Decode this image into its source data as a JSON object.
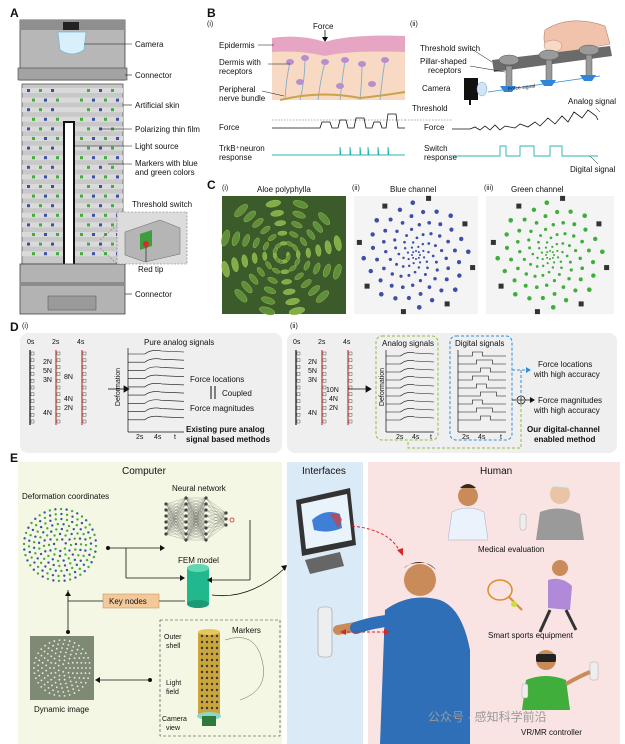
{
  "panelA": {
    "letter": "A",
    "labels": {
      "camera": "Camera",
      "connector_top": "Connector",
      "artificial_skin": "Artificial skin",
      "polarizing": "Polarizing thin film",
      "light_source": "Light source",
      "markers_1": "Markers with blue",
      "markers_2": "and green colors",
      "threshold_switch": "Threshold switch",
      "red_tip": "Red tip",
      "connector_bottom": "Connector"
    }
  },
  "panelB": {
    "letter": "B",
    "i": "(i)",
    "ii": "(ii)",
    "force": "Force",
    "epidermis": "Epidermis",
    "dermis_1": "Dermis with",
    "dermis_2": "receptors",
    "peripheral_1": "Peripheral",
    "peripheral_2": "nerve bundle",
    "threshold": "Threshold",
    "force_row": "Force",
    "trkb_1": "TrkB⁺neuron",
    "trkb_2": "response",
    "threshold_switch": "Threshold switch",
    "pillar_1": "Pillar-shaped",
    "pillar_2": "receptors",
    "camera": "Camera",
    "force_signal": "Force signal",
    "analog_signal": "Analog signal",
    "force_row_ii": "Force",
    "switch_1": "Switch",
    "switch_2": "response",
    "digital_signal": "Digital signal"
  },
  "panelC": {
    "letter": "C",
    "i": "(i)",
    "aloe": "Aloe polyphylla",
    "ii": "(ii)",
    "blue": "Blue channel",
    "iii": "(iii)",
    "green": "Green channel"
  },
  "panelD": {
    "letter": "D",
    "i": "(i)",
    "ii": "(ii)",
    "t0": "0s",
    "t2": "2s",
    "t4": "4s",
    "f_2n": "2N",
    "f_5n": "5N",
    "f_3n": "3N",
    "f_4n": "4N",
    "f_8n": "8N",
    "f_10n": "10N",
    "pure_analog": "Pure analog signals",
    "deformation": "Deformation",
    "axis_2s": "2s",
    "axis_4s": "4s",
    "axis_t": "t",
    "force_locations": "Force locations",
    "coupled": "Coupled",
    "force_magnitudes": "Force magnitudes",
    "existing_1": "Existing pure analog",
    "existing_2": "signal based methods",
    "analog_signals": "Analog signals",
    "digital_signals": "Digital signals",
    "loc_acc_1": "Force locations",
    "loc_acc_2": "with high accuracy",
    "mag_acc_1": "Force magnitudes",
    "mag_acc_2": "with high accuracy",
    "ours_1": "Our digital-channel",
    "ours_2": "enabled method"
  },
  "panelE": {
    "letter": "E",
    "computer": "Computer",
    "interfaces": "Interfaces",
    "human": "Human",
    "deformation_coords": "Deformation coordinates",
    "neural_network": "Neural network",
    "fem_model": "FEM model",
    "key_nodes": "Key nodes",
    "markers": "Markers",
    "outer_1": "Outer",
    "outer_2": "shell",
    "light_1": "Light",
    "light_2": "field",
    "camera_1": "Camera",
    "camera_2": "view",
    "dynamic_image": "Dynamic image",
    "medical": "Medical evaluation",
    "sports": "Smart sports equipment",
    "vr": "VR/MR controller"
  },
  "watermark": "公众号 · 感知科学前沿",
  "colors": {
    "computer_bg": "#f4f7e3",
    "interfaces_bg": "#dbeaf7",
    "human_bg": "#fae3e3",
    "d_bg": "#efefef",
    "blue_marker": "#3d4fa8",
    "green_marker": "#3fae3a",
    "teal_signal": "#2bb3b3",
    "red_dashed": "#d8262a"
  }
}
